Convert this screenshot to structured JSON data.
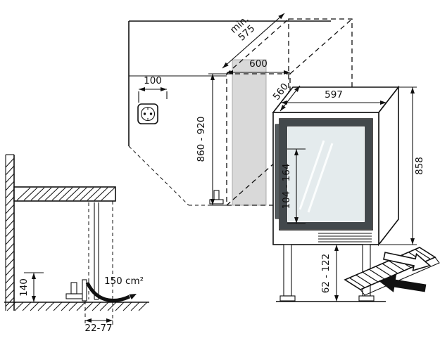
{
  "diagram": {
    "type": "appliance-installation-drawing",
    "labels": {
      "niche_depth_min_1": "min.",
      "niche_depth_min_2": "575",
      "niche_width": "600",
      "socket_distance": "100",
      "niche_height": "860 - 920",
      "appliance_width": "597",
      "appliance_depth": "560",
      "appliance_height": "858",
      "plinth_height": "104 - 164",
      "floor_clearance": "62 - 122",
      "vent_height": "140",
      "vent_area": "150 cm²",
      "wall_distance": "22-77"
    }
  },
  "colors": {
    "line": "#111111",
    "niche_shading": "#d9d9d9",
    "door_frame": "#42484c",
    "glass": "#e4ebed"
  }
}
